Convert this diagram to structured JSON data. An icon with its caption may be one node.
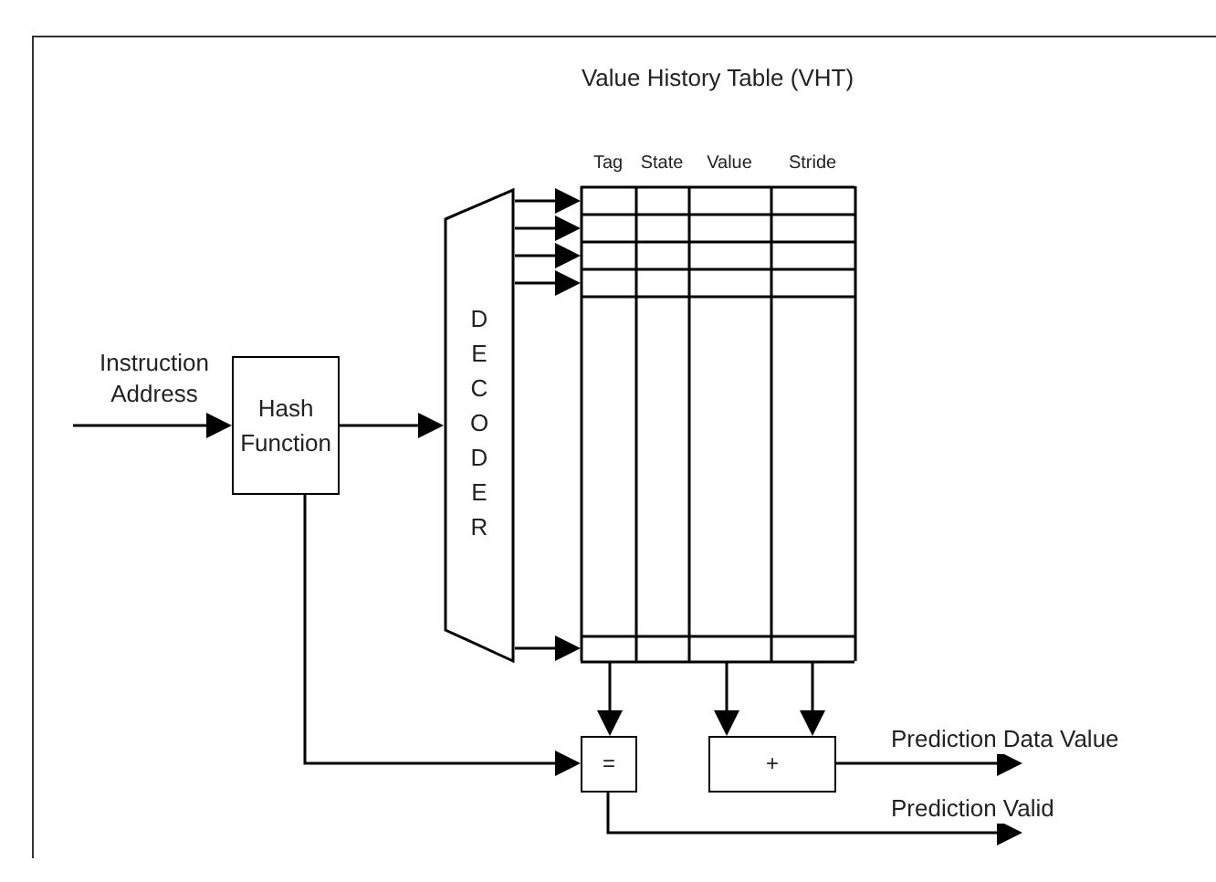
{
  "diagram": {
    "nodes": [
      {
        "text": [
          "Hash Function"
        ]
      },
      {
        "text": [
          "DECODER"
        ]
      },
      {
        "text": [
          "Value History Table (VHT)",
          "Tag",
          "State",
          "Value",
          "Stride"
        ]
      },
      {
        "text": [
          "="
        ]
      },
      {
        "text": [
          "+"
        ]
      }
    ],
    "edges": [
      {
        "from": null,
        "to": 0,
        "arrow": "to",
        "label": "Instruction Address"
      },
      {
        "from": 0,
        "to": 1,
        "arrow": "to"
      },
      {
        "from": 1,
        "to": 2,
        "arrow": "to"
      },
      {
        "from": 1,
        "to": 2,
        "arrow": "to"
      },
      {
        "from": 1,
        "to": 2,
        "arrow": "to"
      },
      {
        "from": 1,
        "to": 2,
        "arrow": "to"
      },
      {
        "from": 1,
        "to": 2,
        "arrow": "to"
      },
      {
        "from": 0,
        "to": 3,
        "arrow": "to"
      },
      {
        "from": 2,
        "to": 3,
        "arrow": "to"
      },
      {
        "from": 2,
        "to": 4,
        "arrow": "to"
      },
      {
        "from": 2,
        "to": 4,
        "arrow": "to"
      },
      {
        "from": 4,
        "to": null,
        "arrow": "to",
        "label": "Prediction Data Value"
      },
      {
        "from": 3,
        "to": null,
        "arrow": "to",
        "label": "Prediction Valid"
      }
    ]
  }
}
